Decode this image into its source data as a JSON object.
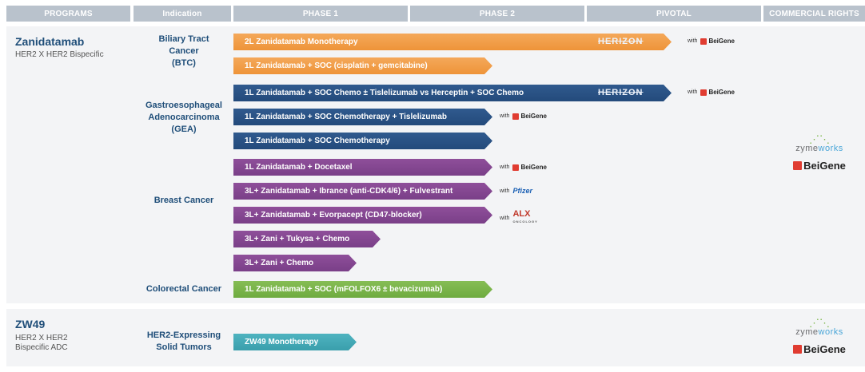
{
  "headers": [
    "PROGRAMS",
    "Indication",
    "PHASE 1",
    "PHASE 2",
    "PIVOTAL",
    "COMMERCIAL RIGHTS"
  ],
  "programs": [
    {
      "name": "Zanidatamab",
      "sub": "HER2 X HER2 Bispecific"
    },
    {
      "name": "ZW49",
      "sub_lines": [
        "HER2 X HER2",
        "Bispecific ADC"
      ]
    }
  ],
  "indications": {
    "btc": [
      "Biliary Tract",
      "Cancer",
      "(BTC)"
    ],
    "gea": [
      "Gastroesophageal",
      "Adenocarcinoma",
      "(GEA)"
    ],
    "breast": "Breast Cancer",
    "crc": "Colorectal Cancer",
    "her2": [
      "HER2-Expressing",
      "Solid Tumors"
    ]
  },
  "bars": [
    {
      "label": "2L Zanidatamab Monotherapy",
      "color": "#ee9439"
    },
    {
      "label": "1L Zanidatamab + SOC (cisplatin + gemcitabine)",
      "color": "#ee9439"
    },
    {
      "label": "1L Zanidatamab + SOC Chemo ± Tislelizumab vs Herceptin + SOC Chemo",
      "color": "#234a7b"
    },
    {
      "label": "1L Zanidatamab + SOC Chemotherapy + Tislelizumab",
      "color": "#234a7b"
    },
    {
      "label": "1L Zanidatamab + SOC Chemotherapy",
      "color": "#234a7b"
    },
    {
      "label": "1L Zanidatamab + Docetaxel",
      "color": "#7a3f88"
    },
    {
      "label": "3L+ Zanidatamab + Ibrance (anti-CDK4/6) + Fulvestrant",
      "color": "#7a3f88"
    },
    {
      "label": "3L+ Zanidatamab + Evorpacept (CD47-blocker)",
      "color": "#7a3f88"
    },
    {
      "label": "3L+ Zani + Tukysa + Chemo",
      "color": "#7a3f88"
    },
    {
      "label": "3L+ Zani + Chemo",
      "color": "#7a3f88"
    },
    {
      "label": "1L Zanidatamab + SOC (mFOLFOX6 ± bevacizumab)",
      "color": "#6eab40"
    },
    {
      "label": "ZW49 Monotherapy",
      "color": "#3a9fac"
    }
  ],
  "trial_name": "HERIZON",
  "partners": {
    "with": "with",
    "beigene": "BeiGene",
    "pfizer": "Pfizer",
    "alx": "ALX",
    "alx_sub": "ONCOLOGY"
  },
  "rights": {
    "zyme_a": "zyme",
    "zyme_b": "works",
    "beigene": "BeiGene"
  }
}
